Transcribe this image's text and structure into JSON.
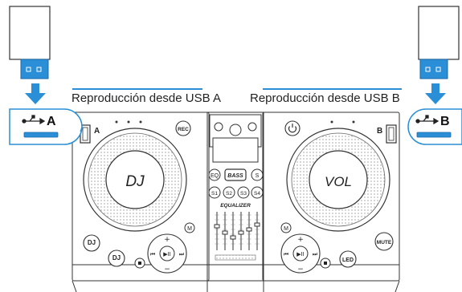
{
  "captions": {
    "left": "Reproducción desde USB A",
    "right": "Reproducción desde USB B"
  },
  "ports": {
    "left_letter": "A",
    "right_letter": "B",
    "left_port": "A",
    "right_port": "B"
  },
  "jog": {
    "left": "DJ",
    "right": "VOL"
  },
  "buttons": {
    "rec": "REC",
    "mode": "M",
    "dj1": "DJ",
    "dj2": "DJ",
    "mute": "MUTE",
    "led": "LED",
    "eq": "EQ",
    "bass": "BASS",
    "s": "S",
    "s1": "S1",
    "s2": "S2",
    "s3": "S3",
    "s4": "S4",
    "play_pause": "▶II",
    "plus": "+",
    "minus": "−"
  },
  "mixer": {
    "equalizer_label": "EQUALIZER"
  },
  "colors": {
    "accent_blue": "#2a8fd6",
    "device_line": "#333333",
    "callout_fill": "#ffffff"
  },
  "icons": [
    "usb-drive-icon",
    "arrow-down-icon",
    "usb-symbol-icon",
    "power-icon"
  ]
}
